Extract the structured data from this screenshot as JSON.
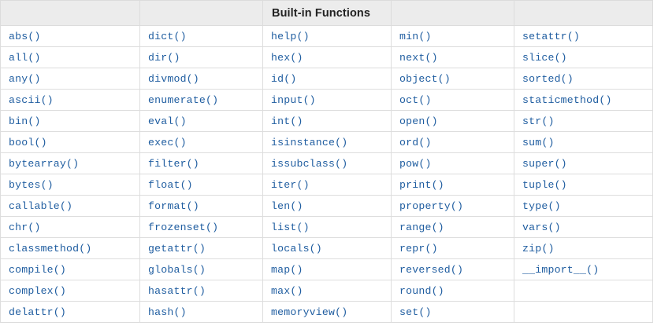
{
  "table": {
    "title": "Built-in Functions",
    "title_column_index": 2,
    "header": [
      "",
      "",
      "Built-in Functions",
      "",
      ""
    ],
    "columns": 5,
    "row_count": 14,
    "colors": {
      "link_text": "#1f5da0",
      "header_background": "#ececec",
      "header_text": "#222222",
      "border": "#dddddd",
      "cell_background": "#ffffff"
    },
    "rows": [
      [
        "abs()",
        "dict()",
        "help()",
        "min()",
        "setattr()"
      ],
      [
        "all()",
        "dir()",
        "hex()",
        "next()",
        "slice()"
      ],
      [
        "any()",
        "divmod()",
        "id()",
        "object()",
        "sorted()"
      ],
      [
        "ascii()",
        "enumerate()",
        "input()",
        "oct()",
        "staticmethod()"
      ],
      [
        "bin()",
        "eval()",
        "int()",
        "open()",
        "str()"
      ],
      [
        "bool()",
        "exec()",
        "isinstance()",
        "ord()",
        "sum()"
      ],
      [
        "bytearray()",
        "filter()",
        "issubclass()",
        "pow()",
        "super()"
      ],
      [
        "bytes()",
        "float()",
        "iter()",
        "print()",
        "tuple()"
      ],
      [
        "callable()",
        "format()",
        "len()",
        "property()",
        "type()"
      ],
      [
        "chr()",
        "frozenset()",
        "list()",
        "range()",
        "vars()"
      ],
      [
        "classmethod()",
        "getattr()",
        "locals()",
        "repr()",
        "zip()"
      ],
      [
        "compile()",
        "globals()",
        "map()",
        "reversed()",
        "__import__()"
      ],
      [
        "complex()",
        "hasattr()",
        "max()",
        "round()",
        ""
      ],
      [
        "delattr()",
        "hash()",
        "memoryview()",
        "set()",
        ""
      ]
    ]
  }
}
